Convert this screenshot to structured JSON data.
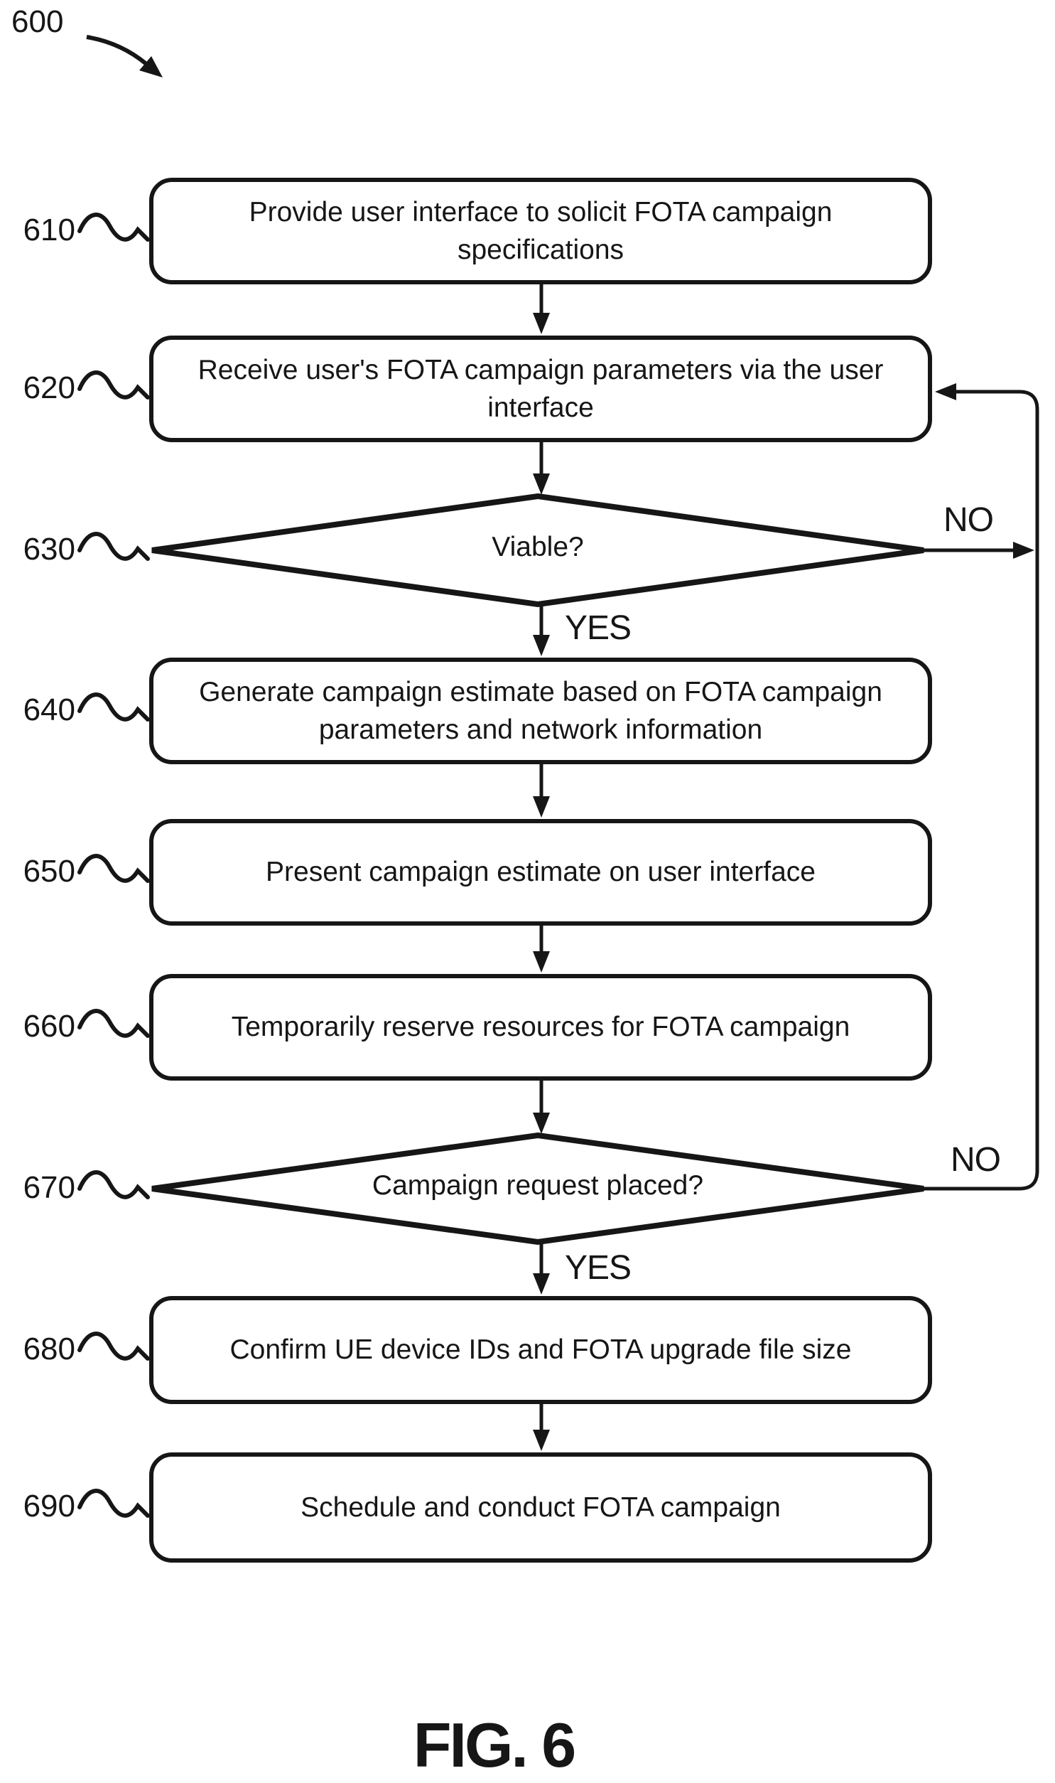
{
  "figure": {
    "reference": "600",
    "caption": "FIG. 6"
  },
  "flowchart": {
    "nodes": [
      {
        "id": "610",
        "type": "process",
        "label": "Provide user interface to solicit FOTA campaign specifications"
      },
      {
        "id": "620",
        "type": "process",
        "label": "Receive user's FOTA campaign parameters via the user interface"
      },
      {
        "id": "630",
        "type": "decision",
        "label": "Viable?"
      },
      {
        "id": "640",
        "type": "process",
        "label": "Generate campaign estimate based on FOTA campaign parameters and network information"
      },
      {
        "id": "650",
        "type": "process",
        "label": "Present campaign estimate on user interface"
      },
      {
        "id": "660",
        "type": "process",
        "label": "Temporarily reserve resources for FOTA campaign"
      },
      {
        "id": "670",
        "type": "decision",
        "label": "Campaign request placed?"
      },
      {
        "id": "680",
        "type": "process",
        "label": "Confirm UE device IDs and FOTA upgrade file size"
      },
      {
        "id": "690",
        "type": "process",
        "label": "Schedule and conduct FOTA campaign"
      }
    ],
    "branch_labels": {
      "yes": "YES",
      "no": "NO"
    }
  },
  "colors": {
    "ink": "#161616",
    "background": "#ffffff"
  }
}
